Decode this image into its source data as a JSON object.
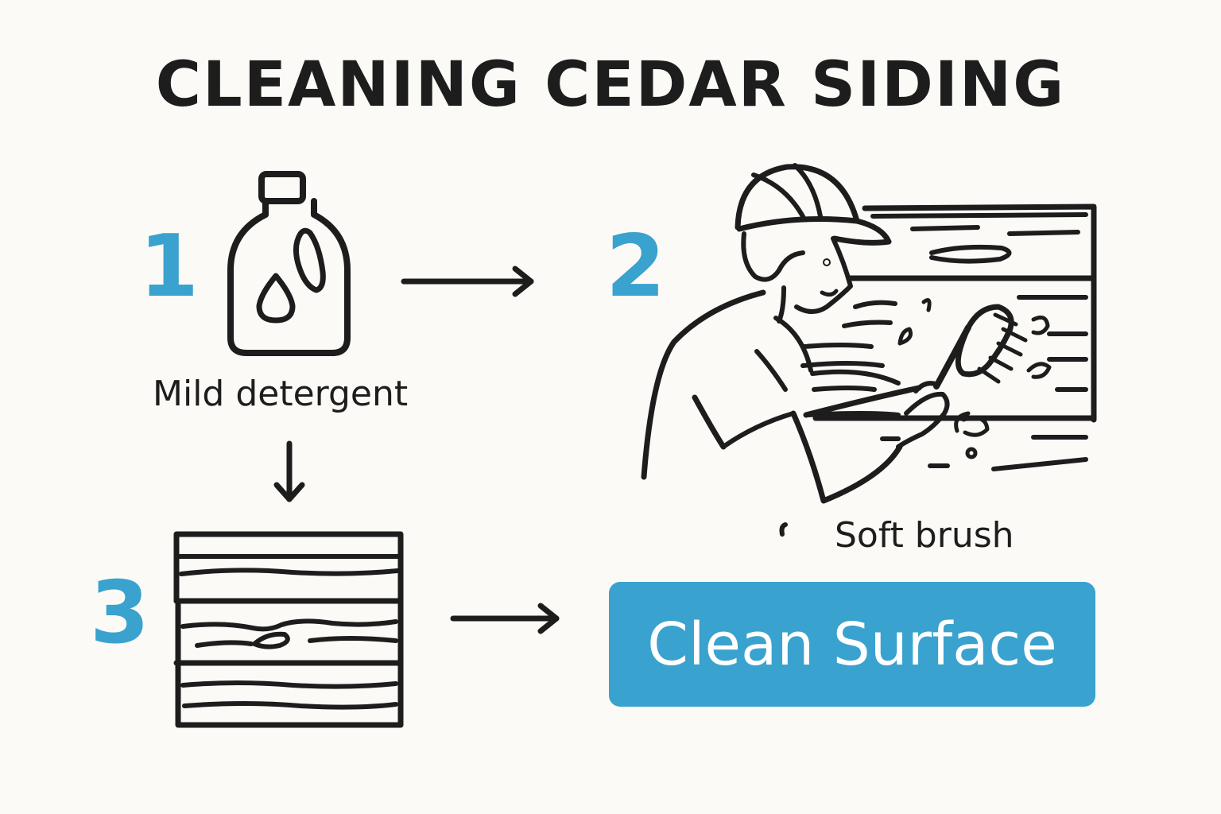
{
  "title": "CLEANING CEDAR SIDING",
  "steps": [
    {
      "number": "1",
      "label": "Mild detergent"
    },
    {
      "number": "2",
      "label": "Soft brush"
    },
    {
      "number": "3",
      "label": ""
    }
  ],
  "result": {
    "label": "Clean Surface"
  },
  "colors": {
    "accent": "#3aa2ce",
    "ink": "#1d1d1d",
    "background": "#fbfaf6"
  },
  "icons": [
    "detergent-bottle-icon",
    "person-scrubbing-siding-icon",
    "wood-siding-icon",
    "arrow-right-icon",
    "arrow-down-icon"
  ]
}
